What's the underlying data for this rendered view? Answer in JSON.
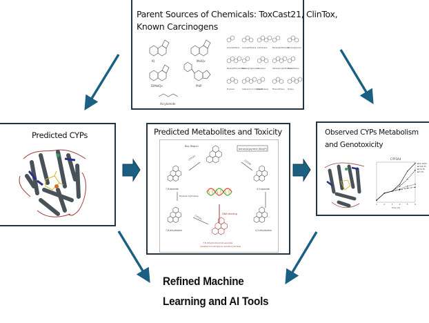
{
  "colors": {
    "arrow": "#1b5f82",
    "box_border": "#1f3344",
    "protein_helix": "#4a5259",
    "protein_strand": "#2a2f8a",
    "protein_loop": "#a03a3a",
    "ligand": "#d4b320",
    "toxic_metabolite": "#a03a3a"
  },
  "top_box": {
    "title_line1": "Parent Sources of Chemicals: ToxCast21, ClinTox,",
    "title_line2": "Known Carcinogens",
    "molecules_left": [
      "IQ",
      "MeIQx",
      "DiMeIQx",
      "PhIP",
      "Acrylamide"
    ],
    "molecules_right": [
      "Acenaphthene",
      "Acenaphthylene",
      "Anthracene",
      "Benz[a]anthracene",
      "Benzo[a]pyrene",
      "Benzo[b]fluoranthene",
      "Benzo[ghi]perylene",
      "Chrysene",
      "Dibenz[a,h]anthracene",
      "Fluoranthene",
      "Fluorene",
      "Indeno[1,2,3-cd]pyrene",
      "Naphthalene",
      "Phenanthrene",
      "Pyrene"
    ]
  },
  "left_box": {
    "title": "Predicted CYPs",
    "image": "cyp-protein-structure"
  },
  "middle_box": {
    "title": "Predicted Metabolites and Toxicity",
    "parent_label": "benzo[a]pyrene (B[a]P)",
    "bay_region": "Bay Region",
    "metabolites": [
      {
        "name": "B[a]P",
        "sub": "7,8-epoxide"
      },
      {
        "name": "B[a]P",
        "sub": "4,5-epoxide"
      },
      {
        "name": "B[a]P",
        "sub": "7,8-dihydrodiol"
      },
      {
        "name": "B[a]P",
        "sub": "4,5-dihydrodiol"
      }
    ],
    "toxic_metabolite": {
      "name": "B[a]P",
      "sub": "7,8-dihydrodiol-9,10-epoxide",
      "note": "(resistant to hydrolysis by epoxide hydrolase)"
    },
    "enzymes": [
      "CYP1A1",
      "CYP1B1",
      "Epoxide hydrolase",
      "CYP1A1"
    ],
    "dna_label": "DNA binding",
    "reagents": [
      "O2",
      "H2O",
      "O2"
    ]
  },
  "right_box": {
    "title_line1": "Observed CYPs Metabolism",
    "title_line2": "and  Genotoxicity",
    "chart_title": "CYP3A4",
    "legend": [
      "N 2000",
      "500 PL",
      "50 PL",
      "5 PL"
    ]
  },
  "bottom": {
    "line1": "Refined Machine",
    "line2": "Learning and AI Tools"
  },
  "chart_data": {
    "type": "line",
    "title": "CYP3A4",
    "xlabel": "time (h)",
    "ylabel": "",
    "x": [
      1,
      2,
      3,
      4,
      5,
      6
    ],
    "series": [
      {
        "name": "N 2000",
        "values": [
          0.1,
          0.45,
          0.55,
          0.9,
          1.55,
          1.95
        ]
      },
      {
        "name": "500 PL",
        "values": [
          0.1,
          0.45,
          0.55,
          0.8,
          1.15,
          1.6
        ]
      },
      {
        "name": "50 PL",
        "values": [
          0.1,
          0.45,
          0.55,
          0.65,
          0.8,
          0.9
        ]
      },
      {
        "name": "5 PL",
        "values": [
          0.1,
          0.45,
          0.55,
          0.62,
          0.7,
          0.75
        ]
      }
    ],
    "ylim": [
      0,
      2
    ]
  }
}
